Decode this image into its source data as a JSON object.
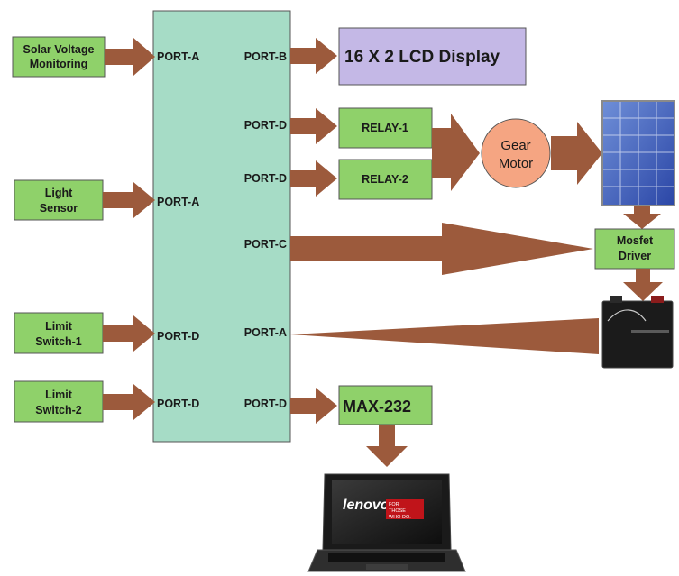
{
  "inputs": {
    "solar_voltage": [
      "Solar Voltage",
      "Monitoring"
    ],
    "light_sensor": [
      "Light",
      "Sensor"
    ],
    "limit_switch_1": [
      "Limit",
      "Switch-1"
    ],
    "limit_switch_2": [
      "Limit",
      "Switch-2"
    ]
  },
  "mcu_ports": {
    "left": [
      "PORT-A",
      "PORT-A",
      "PORT-D",
      "PORT-D"
    ],
    "right": [
      "PORT-B",
      "PORT-D",
      "PORT-D",
      "PORT-C",
      "PORT-A",
      "PORT-D"
    ]
  },
  "outputs": {
    "lcd": "16 X 2 LCD Display",
    "relay1": "RELAY-1",
    "relay2": "RELAY-2",
    "gear_motor": [
      "Gear",
      "Motor"
    ],
    "mosfet_driver": [
      "Mosfet",
      "Driver"
    ],
    "max232": "MAX-232"
  },
  "laptop_logo": {
    "brand": "lenovo",
    "tagline": [
      "FOR",
      "THOSE",
      "WHO DO."
    ]
  },
  "colors": {
    "green_box": "#8fd16a",
    "mcu_block": "#a6dcc6",
    "lcd_box": "#c4b8e6",
    "motor_circle": "#f5a582",
    "arrow": "#9c5a3c",
    "border": "#555555"
  }
}
